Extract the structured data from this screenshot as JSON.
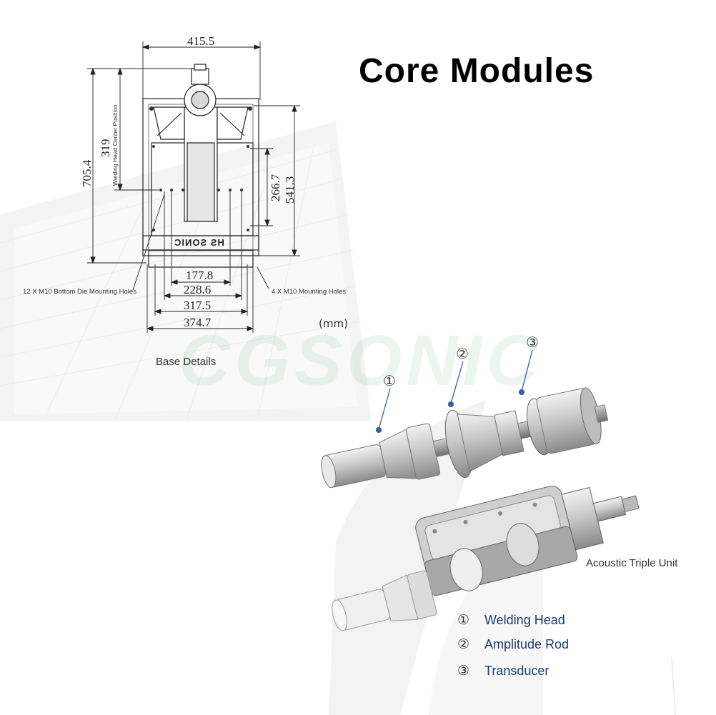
{
  "title": "Core Modules",
  "watermark": "CGSONIC",
  "base_drawing": {
    "brand_plate": "HS SONIC",
    "dimensions": {
      "overall_width": "415.5",
      "overall_height": "705.4",
      "welding_head_height": "319",
      "center_depth": "266.7",
      "base_depth": "541.3",
      "width_177": "177.8",
      "width_228": "228.6",
      "width_317": "317.5",
      "width_374": "374.7"
    },
    "labels": {
      "welding_head_center": "Welding Head Center Position",
      "bottom_die_holes": "12 X M10 Bottom Die Mounting Holes",
      "mounting_holes": "4 X M10 Mounting Holes"
    },
    "unit": "(mm)",
    "caption": "Base Details"
  },
  "acoustic_unit": {
    "caption": "Acoustic Triple Unit",
    "callouts": [
      "①",
      "②",
      "③"
    ]
  },
  "legend": [
    {
      "num": "①",
      "label": "Welding Head"
    },
    {
      "num": "②",
      "label": "Amplitude Rod"
    },
    {
      "num": "③",
      "label": "Transducer"
    }
  ],
  "colors": {
    "legend_text": "#1e3a73",
    "callout_line": "#3a5fa8",
    "drawing_line": "#222222"
  }
}
